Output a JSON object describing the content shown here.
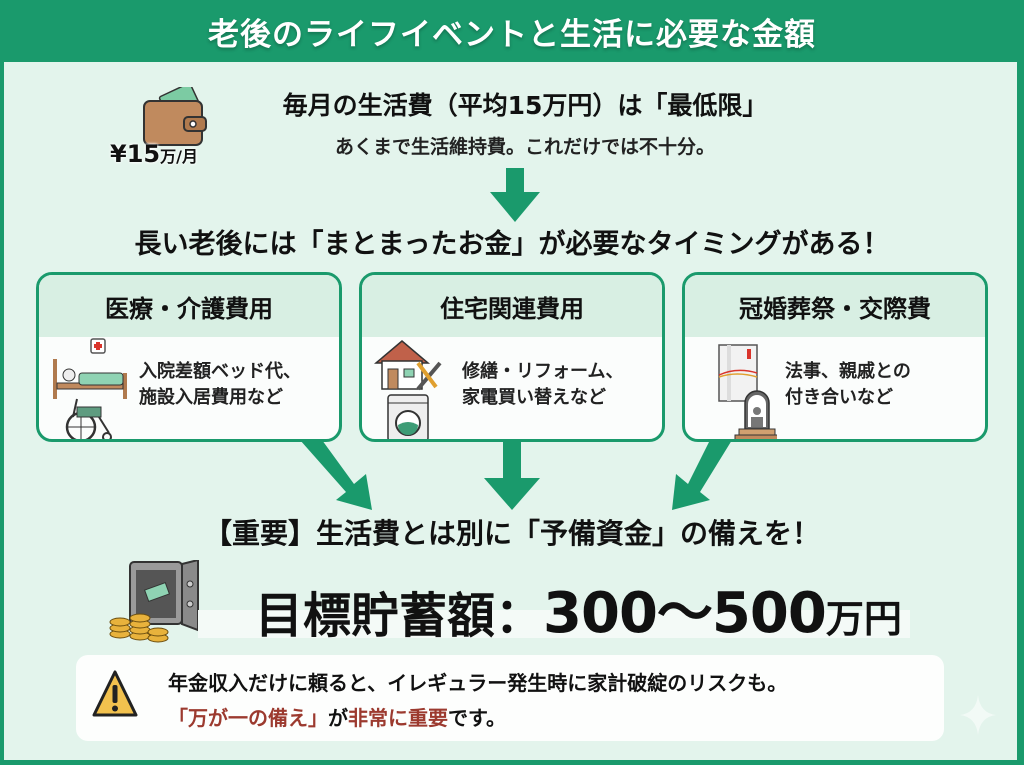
{
  "header": {
    "title": "老後のライフイベントと生活に必要な金額"
  },
  "intro": {
    "wallet_price": "¥15",
    "wallet_unit": "万/月",
    "title": "毎月の生活費（平均15万円）は「最低限」",
    "subtitle": "あくまで生活維持費。これだけでは不十分。"
  },
  "headline": "長い老後には「まとまったお金」が必要なタイミングがある！",
  "cards": [
    {
      "title": "医療・介護費用",
      "line1": "入院差額ベッド代、",
      "line2": "施設入居費用など",
      "icons": [
        "hospital-bed-icon",
        "wheelchair-icon"
      ]
    },
    {
      "title": "住宅関連費用",
      "line1": "修繕・リフォーム、",
      "line2": "家電買い替えなど",
      "icons": [
        "house-repair-icon",
        "washing-machine-icon"
      ]
    },
    {
      "title": "冠婚葬祭・交際費",
      "line1": "法事、親戚との",
      "line2": "付き合いなど",
      "icons": [
        "envelope-icon",
        "memorial-photo-icon"
      ]
    }
  ],
  "important": "【重要】生活費とは別に「予備資金」の備えを！",
  "target": {
    "label": "目標貯蓄額：",
    "value": "300～500",
    "unit": "万円"
  },
  "warning": {
    "line1": "年金収入だけに頼ると、イレギュラー発生時に家計破綻のリスクも。",
    "line2_red1": "「万が一の備え」",
    "line2_mid": "が",
    "line2_red2": "非常に重要",
    "line2_end": "です。"
  },
  "colors": {
    "brand": "#1a9a6c",
    "panel": "#e3f4ec",
    "accent_red": "#9c3a2f",
    "warning_yellow": "#f2c14e"
  }
}
